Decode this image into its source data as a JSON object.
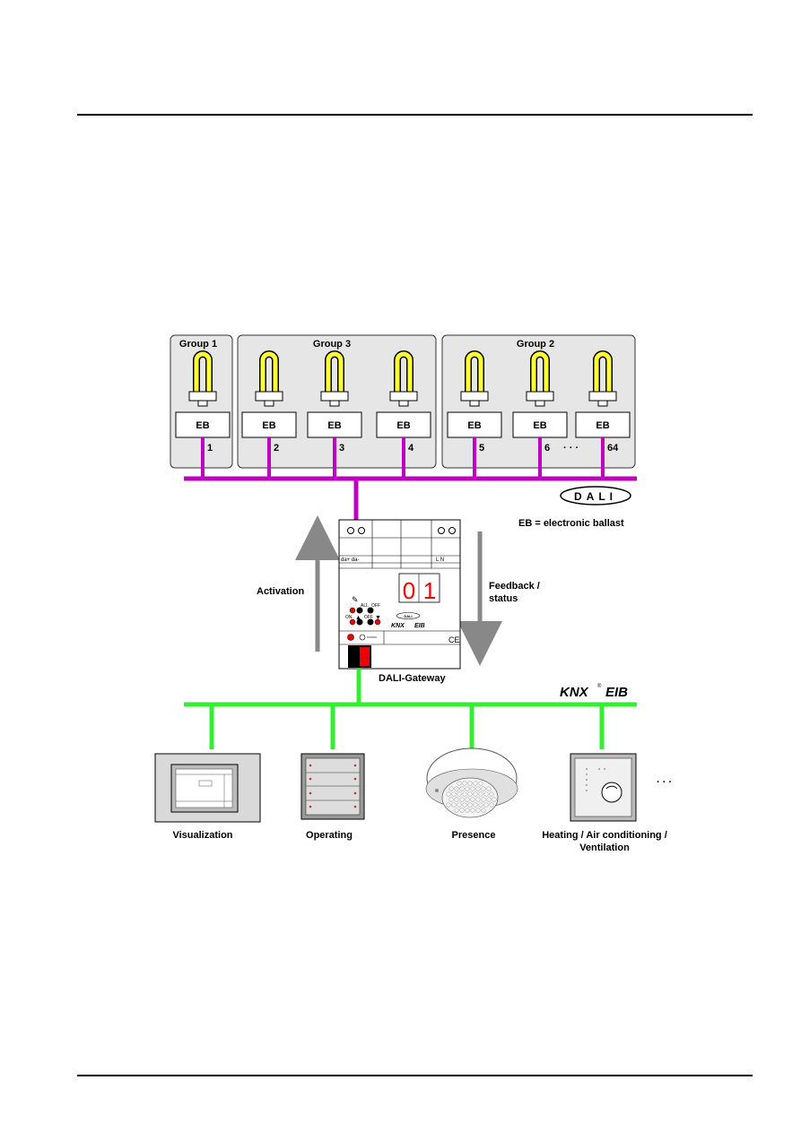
{
  "groups": [
    {
      "label": "Group 1"
    },
    {
      "label": "Group 3"
    },
    {
      "label": "Group 2"
    }
  ],
  "ballasts": [
    {
      "label": "EB",
      "num": "1"
    },
    {
      "label": "EB",
      "num": "2"
    },
    {
      "label": "EB",
      "num": "3"
    },
    {
      "label": "EB",
      "num": "4"
    },
    {
      "label": "EB",
      "num": "5"
    },
    {
      "label": "EB",
      "num": "6"
    },
    {
      "label": "EB",
      "num": "64"
    }
  ],
  "ellipsis_top": "· · ·",
  "ellipsis_bottom": "· · ·",
  "dali_logo": "DALI",
  "legend": "EB = electronic ballast",
  "activation": "Activation",
  "feedback": [
    "Feedback /",
    "status"
  ],
  "gateway_label": "DALI-Gateway",
  "gateway_terms": {
    "left": "da+  da-",
    "right": "L    N",
    "on": "ON",
    "off": "OFF",
    "all": "ALL",
    "ce": "CE",
    "display": "01"
  },
  "knx_logo": "KNX",
  "eib_logo": "EIB",
  "devices": [
    {
      "label": "Visualization"
    },
    {
      "label": "Operating"
    },
    {
      "label": "Presence"
    },
    {
      "label": [
        "Heating / Air conditioning /",
        "Ventilation"
      ]
    }
  ],
  "colors": {
    "dali_bus": "#c000c0",
    "knx_bus": "#33ee33",
    "lamp": "#ffff33",
    "arrow": "#888888",
    "panel": "#e6e6e6"
  }
}
